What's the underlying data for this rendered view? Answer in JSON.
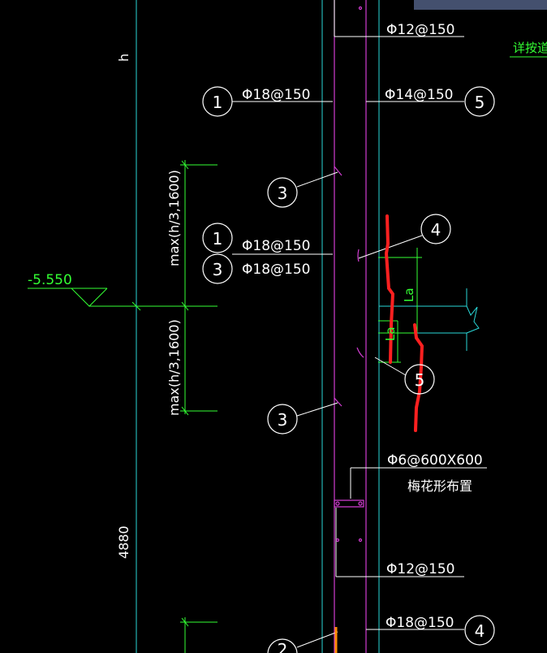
{
  "drawing": {
    "labels": {
      "h": "h",
      "dim_max_upper": "max(h/3,1600)",
      "dim_max_lower": "max(h/3,1600)",
      "dim_4880": "4880",
      "elevation": "-5.550",
      "rebar_top_right": "Φ12@150",
      "rebar_1_top": "Φ18@150",
      "rebar_5_top": "Φ14@150",
      "rebar_1_mid": "Φ18@150",
      "rebar_3_mid": "Φ18@150",
      "tie_spec": "Φ6@600X600",
      "tie_note": "梅花形布置",
      "rebar_bottom_right": "Φ12@150",
      "rebar_4_bottom": "Φ18@150",
      "la_upper": "La",
      "la_lower": "La",
      "detail_link": "详按道"
    },
    "callouts": {
      "c1_top": "1",
      "c5_top": "5",
      "c3_upper": "3",
      "c4_mid": "4",
      "c1_mid": "1",
      "c3_mid": "3",
      "c5_mid": "5",
      "c3_lower": "3",
      "c4_bottom": "4",
      "c2_bottom": "2"
    },
    "colors": {
      "background": "#000000",
      "white_lines": "#ffffff",
      "green": "#33ff33",
      "cyan": "#2ad8d8",
      "magenta": "#d23cd2",
      "red_markup": "#ff2020",
      "toolbar": "#44506e"
    }
  }
}
